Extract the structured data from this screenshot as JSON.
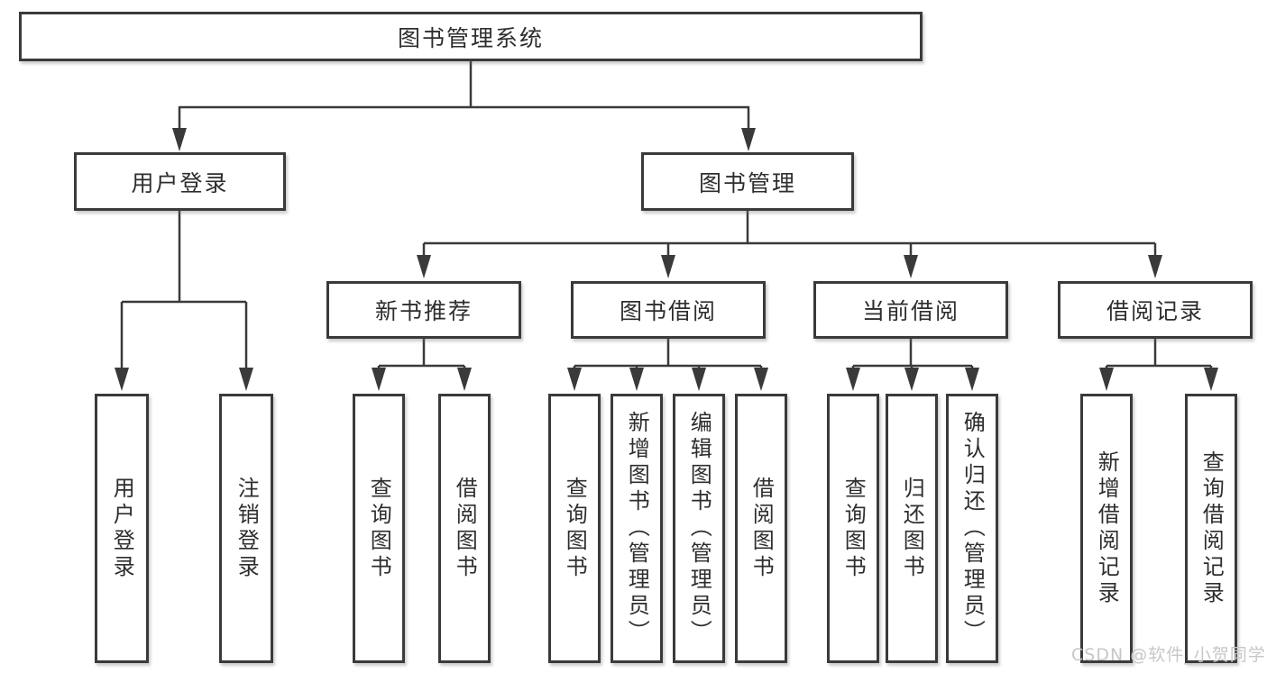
{
  "diagram": {
    "root": {
      "label": "图书管理系统"
    },
    "level2": [
      {
        "label": "用户登录"
      },
      {
        "label": "图书管理"
      }
    ],
    "level3": [
      {
        "label": "新书推荐"
      },
      {
        "label": "图书借阅"
      },
      {
        "label": "当前借阅"
      },
      {
        "label": "借阅记录"
      }
    ],
    "leaves": {
      "user_login": [
        {
          "label": "用户登录"
        },
        {
          "label": "注销登录"
        }
      ],
      "new_books": [
        {
          "label": "查询图书"
        },
        {
          "label": "借阅图书"
        }
      ],
      "book_borrow": [
        {
          "label": "查询图书"
        },
        {
          "label": "新增图书（管理员）"
        },
        {
          "label": "编辑图书（管理员）"
        },
        {
          "label": "借阅图书"
        }
      ],
      "current_borrow": [
        {
          "label": "查询图书"
        },
        {
          "label": "归还图书"
        },
        {
          "label": "确认归还（管理员）"
        }
      ],
      "borrow_records": [
        {
          "label": "新增借阅记录"
        },
        {
          "label": "查询借阅记录"
        }
      ]
    }
  },
  "watermark": {
    "text": "CSDN @软件_小贺同学"
  },
  "colors": {
    "line": "#3a3a3a",
    "text": "#2e2e2e",
    "background": "#ffffff",
    "watermark": "#c7c7c7"
  }
}
